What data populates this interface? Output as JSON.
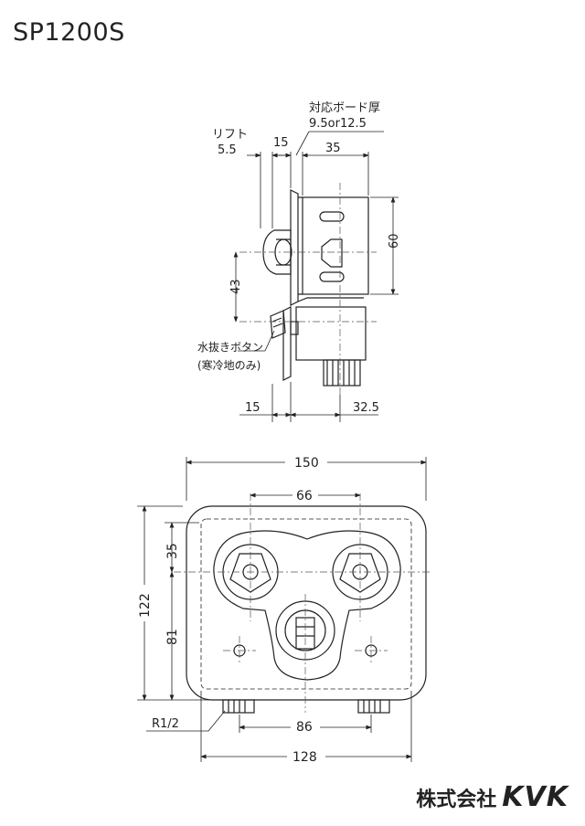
{
  "title": "SP1200S",
  "side_view": {
    "board_label": "対応ボード厚",
    "board_value": "9.5or12.5",
    "lift_label": "リフト",
    "lift_value": "5.5",
    "dim_15_top": "15",
    "dim_35": "35",
    "dim_60": "60",
    "dim_43": "43",
    "drain_button_label": "水抜きボタン",
    "drain_button_note": "(寒冷地のみ)",
    "dim_15_bottom": "15",
    "dim_32_5": "32.5"
  },
  "front_view": {
    "dim_150": "150",
    "dim_66": "66",
    "dim_35": "35",
    "dim_122": "122",
    "dim_81": "81",
    "thread_label": "R1/2",
    "dim_86": "86",
    "dim_128": "128"
  },
  "brand": {
    "company_ja": "株式会社",
    "company_en": "KVK"
  }
}
